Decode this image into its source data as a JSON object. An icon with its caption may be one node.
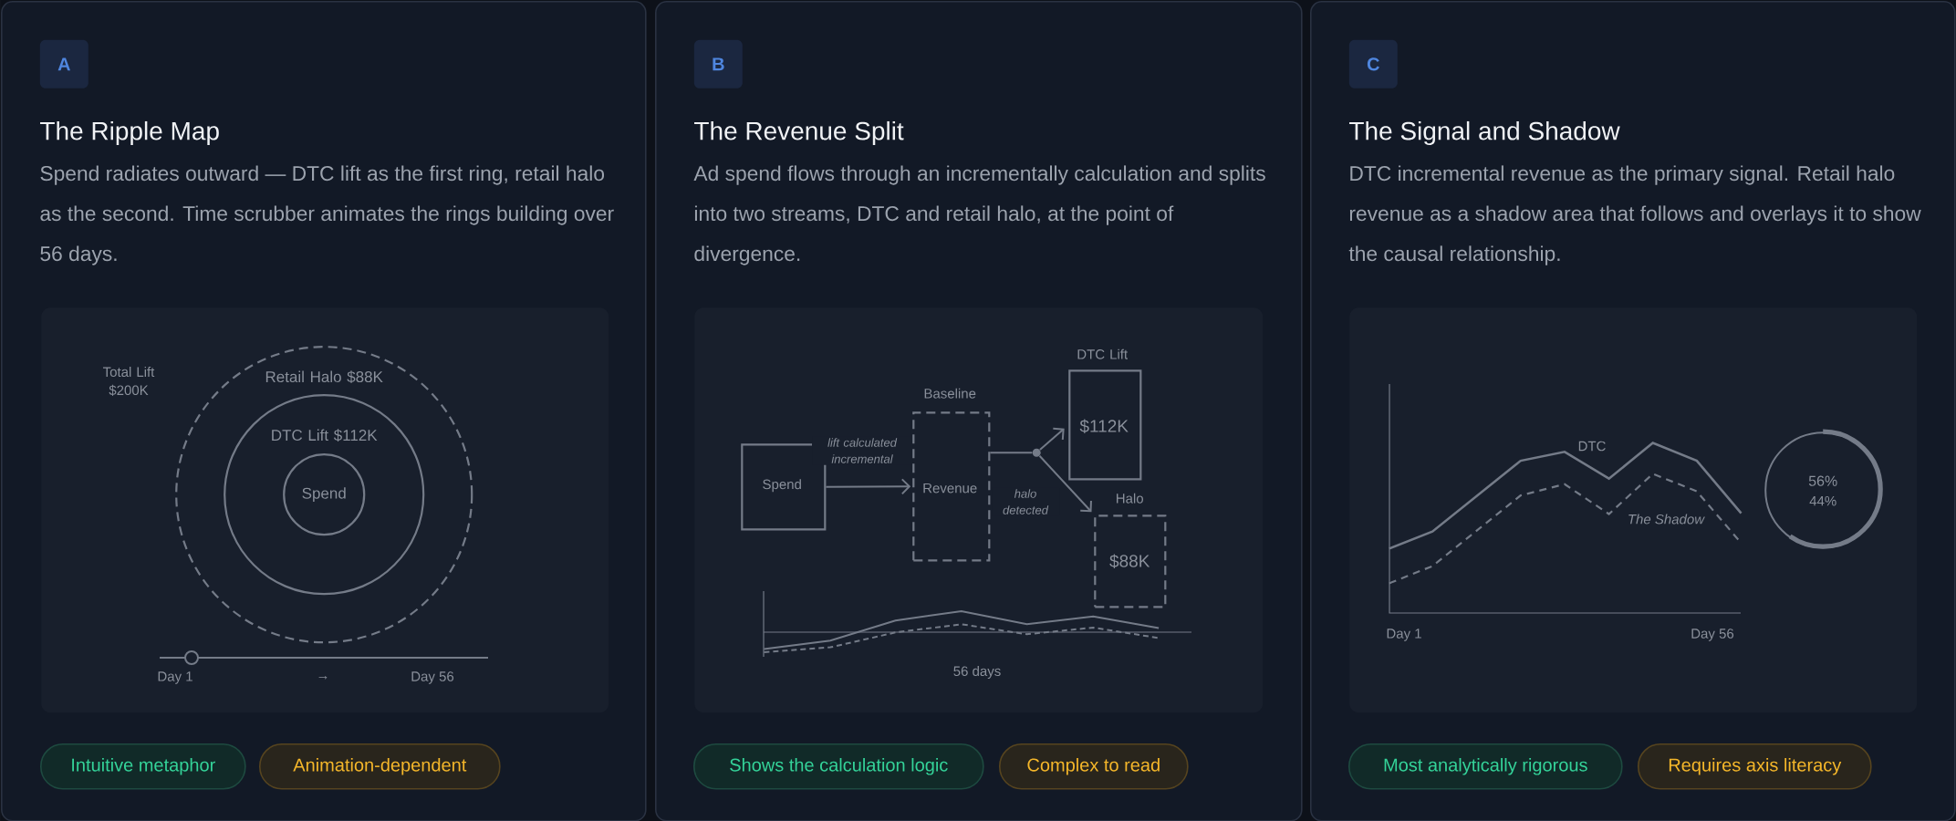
{
  "diagram": {
    "nodes": [
      {
        "text": [
          "The Ripple Map",
          "Spend radiates outward — DTC lift as the first ring, retail halo as the second. Time scrubber animates the rings building over 56 days."
        ]
      },
      {
        "text": [
          "A"
        ],
        "in": 0
      },
      {
        "text": [],
        "shape": "box",
        "in": 0
      },
      {
        "text": [
          "Retail Halo $88K"
        ],
        "in": 2
      },
      {
        "text": [
          "DTC Lift $112K"
        ],
        "in": 3
      },
      {
        "text": [
          "Spend"
        ],
        "in": 4
      },
      {
        "text": [
          "Intuitive metaphor"
        ],
        "in": 0
      },
      {
        "text": [
          "Animation-dependent"
        ],
        "in": 0
      },
      {
        "text": [
          "The Revenue Split",
          "Ad spend flows through an incrementally calculation and splits into two streams, DTC and retail halo, at the point of divergence."
        ]
      },
      {
        "text": [
          "B"
        ],
        "in": 8
      },
      {
        "text": [],
        "shape": "box",
        "in": 8
      },
      {
        "text": [
          "Spend"
        ],
        "in": 10
      },
      {
        "text": [
          "Baseline",
          "Revenue"
        ],
        "in": 10
      },
      {
        "text": [],
        "shape": "circle",
        "in": 10
      },
      {
        "text": [
          "DTC Lift",
          "$112K"
        ],
        "in": 10
      },
      {
        "text": [
          "Halo",
          "$88K"
        ],
        "in": 10
      },
      {
        "text": [
          "Shows the calculation logic"
        ],
        "in": 8
      },
      {
        "text": [
          "Complex to read"
        ],
        "in": 8
      },
      {
        "text": [
          "The Signal and Shadow",
          "DTC incremental revenue as the primary signal. Retail halo revenue as a shadow area that follows and overlays it to show the causal relationship."
        ]
      },
      {
        "text": [
          "C"
        ],
        "in": 18
      },
      {
        "text": [],
        "shape": "box",
        "in": 18
      },
      {
        "text": [
          "56%",
          "44%"
        ],
        "in": 20
      },
      {
        "text": [
          "Most analytically rigorous"
        ],
        "in": 18
      },
      {
        "text": [
          "Requires axis literacy"
        ],
        "in": 18
      }
    ],
    "edges": [
      {
        "from": 11,
        "to": 12,
        "arrow": "to",
        "label": "lift calculated incremental"
      },
      {
        "from": 12,
        "to": 13,
        "arrow": "none"
      },
      {
        "from": 13,
        "to": 14,
        "arrow": "to"
      },
      {
        "from": 13,
        "to": 15,
        "arrow": "to",
        "label": "halo detected"
      }
    ],
    "labels": [
      "Total Lift $200K",
      "Day 1",
      "→",
      "Day 56",
      "56 days",
      "DTC",
      "The Shadow",
      "Day 1",
      "Day 56"
    ]
  }
}
